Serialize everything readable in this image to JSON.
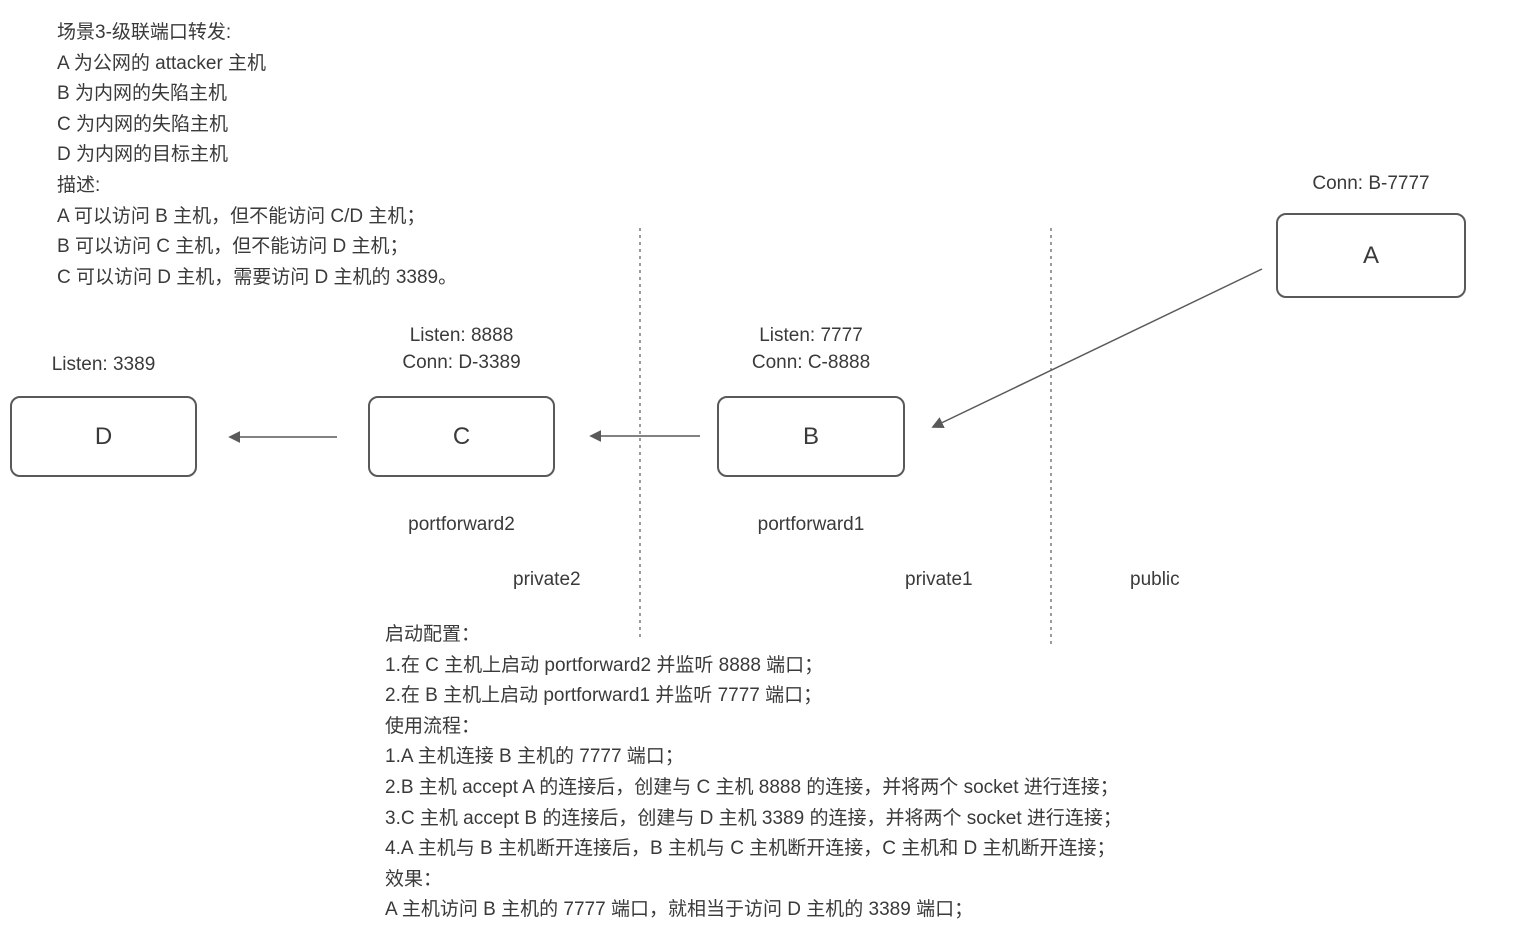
{
  "scenario": {
    "lines": [
      "场景3-级联端口转发:",
      "A 为公网的 attacker 主机",
      "B 为内网的失陷主机",
      "C 为内网的失陷主机",
      "D 为内网的目标主机",
      "描述:",
      "A 可以访问 B 主机，但不能访问 C/D 主机；",
      "B 可以访问 C 主机，但不能访问 D 主机；",
      "C 可以访问 D 主机，需要访问 D 主机的 3389。"
    ]
  },
  "nodes": {
    "a": {
      "label": "A",
      "annotation": "Conn: B-7777"
    },
    "b": {
      "label": "B",
      "listen": "Listen: 7777",
      "conn": "Conn: C-8888",
      "tool": "portforward1"
    },
    "c": {
      "label": "C",
      "listen": "Listen: 8888",
      "conn": "Conn: D-3389",
      "tool": "portforward2"
    },
    "d": {
      "label": "D",
      "annotation": "Listen: 3389"
    }
  },
  "zones": {
    "private2": "private2",
    "private1": "private1",
    "public": "public"
  },
  "notes": {
    "lines": [
      "启动配置：",
      "1.在 C 主机上启动 portforward2 并监听 8888 端口；",
      "2.在 B 主机上启动 portforward1 并监听 7777 端口；",
      "使用流程：",
      "1.A 主机连接 B 主机的 7777 端口；",
      "2.B 主机 accept A 的连接后，创建与 C 主机 8888 的连接，并将两个 socket 进行连接；",
      "3.C 主机 accept B 的连接后，创建与 D 主机 3389 的连接，并将两个 socket 进行连接；",
      "4.A 主机与 B 主机断开连接后，B 主机与 C 主机断开连接，C 主机和 D 主机断开连接；",
      "效果：",
      "A 主机访问 B 主机的 7777 端口，就相当于访问 D 主机的 3389 端口；"
    ]
  },
  "colors": {
    "text": "#3a3a3a",
    "box_border": "#595959",
    "line": "#595959",
    "background": "#ffffff"
  }
}
